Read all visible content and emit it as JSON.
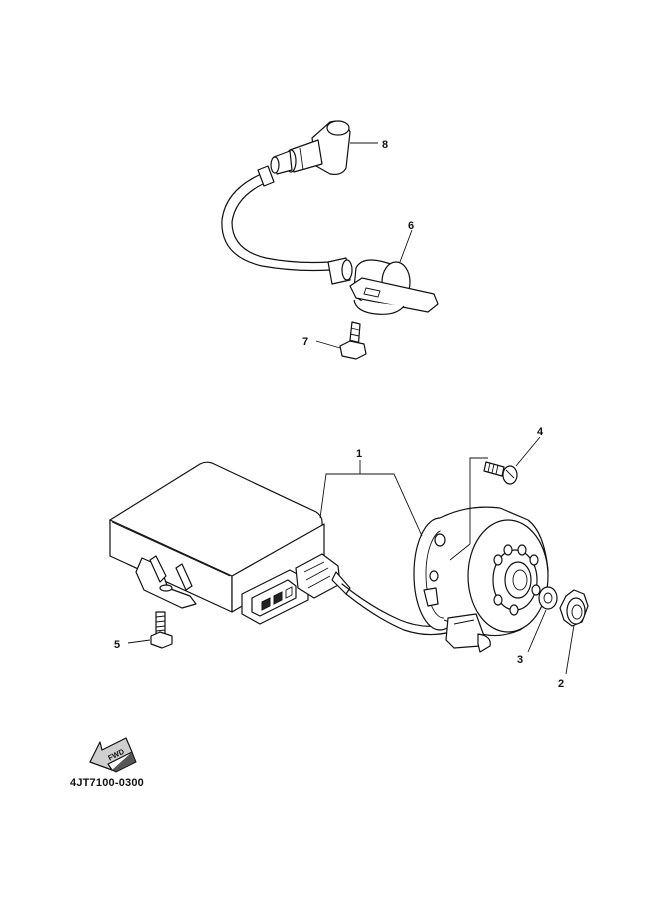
{
  "diagram": {
    "reference_code": "4JT7100-0300",
    "fwd_label": "FWD",
    "callouts": {
      "c1": "1",
      "c2": "2",
      "c3": "3",
      "c4": "4",
      "c5": "5",
      "c6": "6",
      "c7": "7",
      "c8": "8"
    }
  }
}
